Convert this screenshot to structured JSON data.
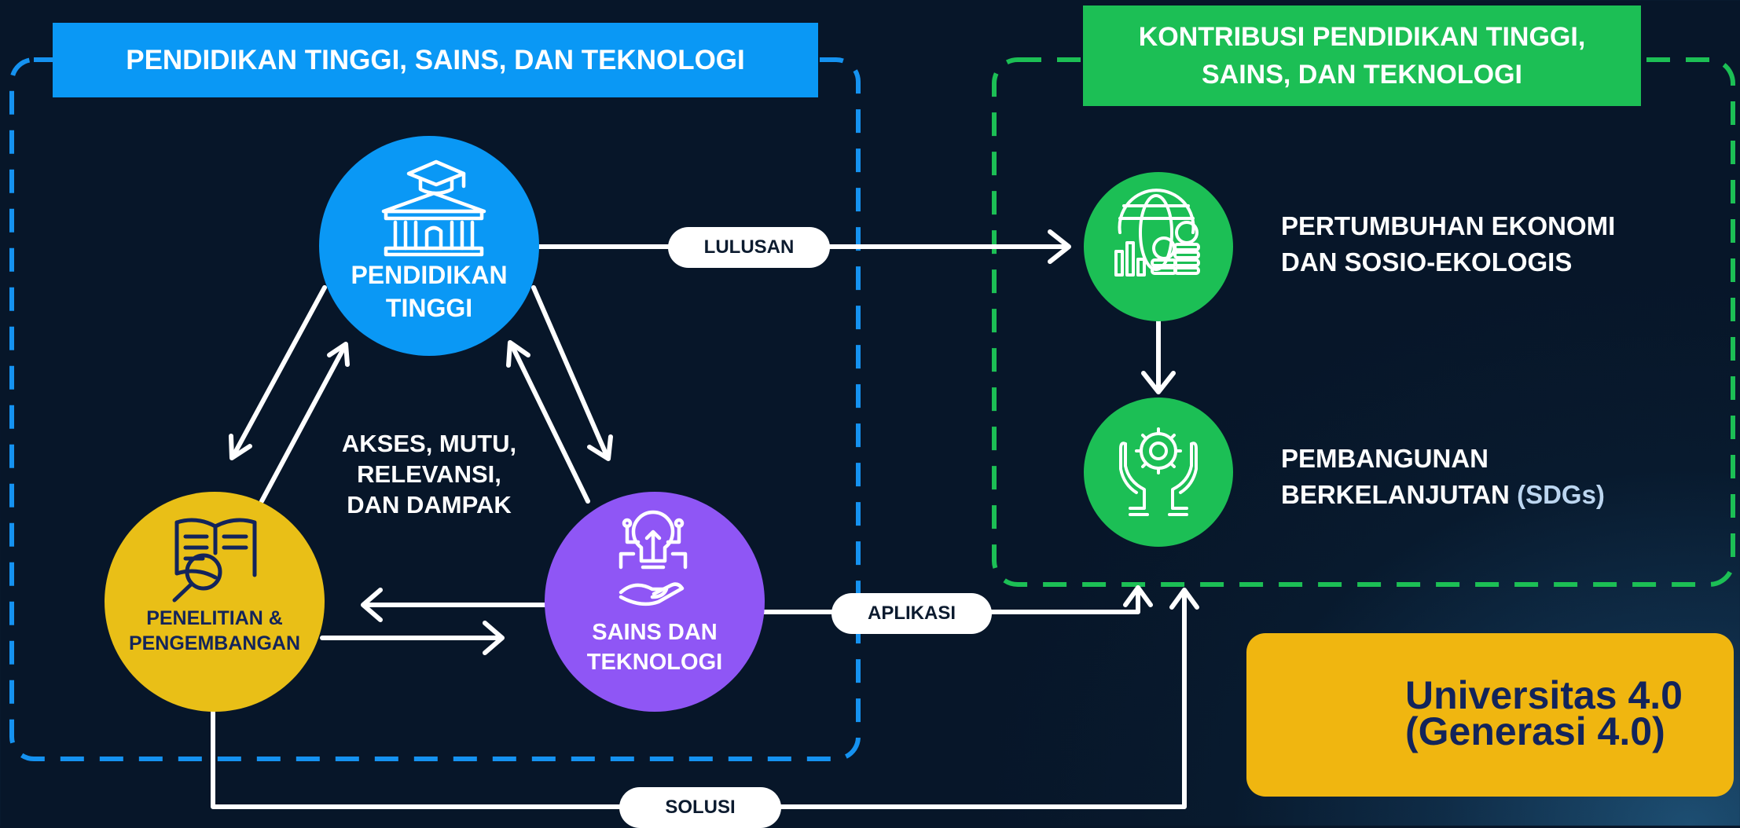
{
  "left_section": {
    "title": "PENDIDIKAN TINGGI, SAINS, DAN TEKNOLOGI",
    "border_color": "#1592f0"
  },
  "right_section": {
    "title_line1": "KONTRIBUSI PENDIDIKAN TINGGI,",
    "title_line2": "SAINS, DAN TEKNOLOGI",
    "border_color": "#1cbf55"
  },
  "nodes": {
    "higher_education": {
      "line1": "PENDIDIKAN",
      "line2": "TINGGI",
      "color": "#0a98f5",
      "icon": "university-graduation-cap-icon"
    },
    "research": {
      "line1": "PENELITIAN &",
      "line2": "PENGEMBANGAN",
      "color": "#e9bf17",
      "text_color": "#13245a",
      "icon": "book-magnifier-icon"
    },
    "science_tech": {
      "line1": "SAINS DAN",
      "line2": "TEKNOLOGI",
      "color": "#8f56f5",
      "icon": "lightbulb-hand-icon"
    },
    "economic_growth": {
      "color": "#1cbf55",
      "icon": "globe-coins-chart-icon"
    },
    "sustainable_dev": {
      "color": "#1cbf55",
      "icon": "hands-gear-icon"
    }
  },
  "center_text": {
    "line1": "AKSES, MUTU,",
    "line2": "RELEVANSI,",
    "line3": "DAN DAMPAK"
  },
  "connectors": {
    "lulusan": "LULUSAN",
    "aplikasi": "APLIKASI",
    "solusi": "SOLUSI"
  },
  "outcomes": {
    "economic": {
      "line1": "PERTUMBUHAN EKONOMI",
      "line2": "DAN SOSIO-EKOLOGIS"
    },
    "sustainable": {
      "line1": "PEMBANGUNAN",
      "line2_a": "BERKELANJUTAN",
      "line2_b": "(SDGs)"
    }
  },
  "badge": {
    "line1": "Universitas 4.0",
    "line2": "(Generasi 4.0)",
    "color": "#f0b610",
    "text_color": "#13245a",
    "icon": "university-icon"
  }
}
